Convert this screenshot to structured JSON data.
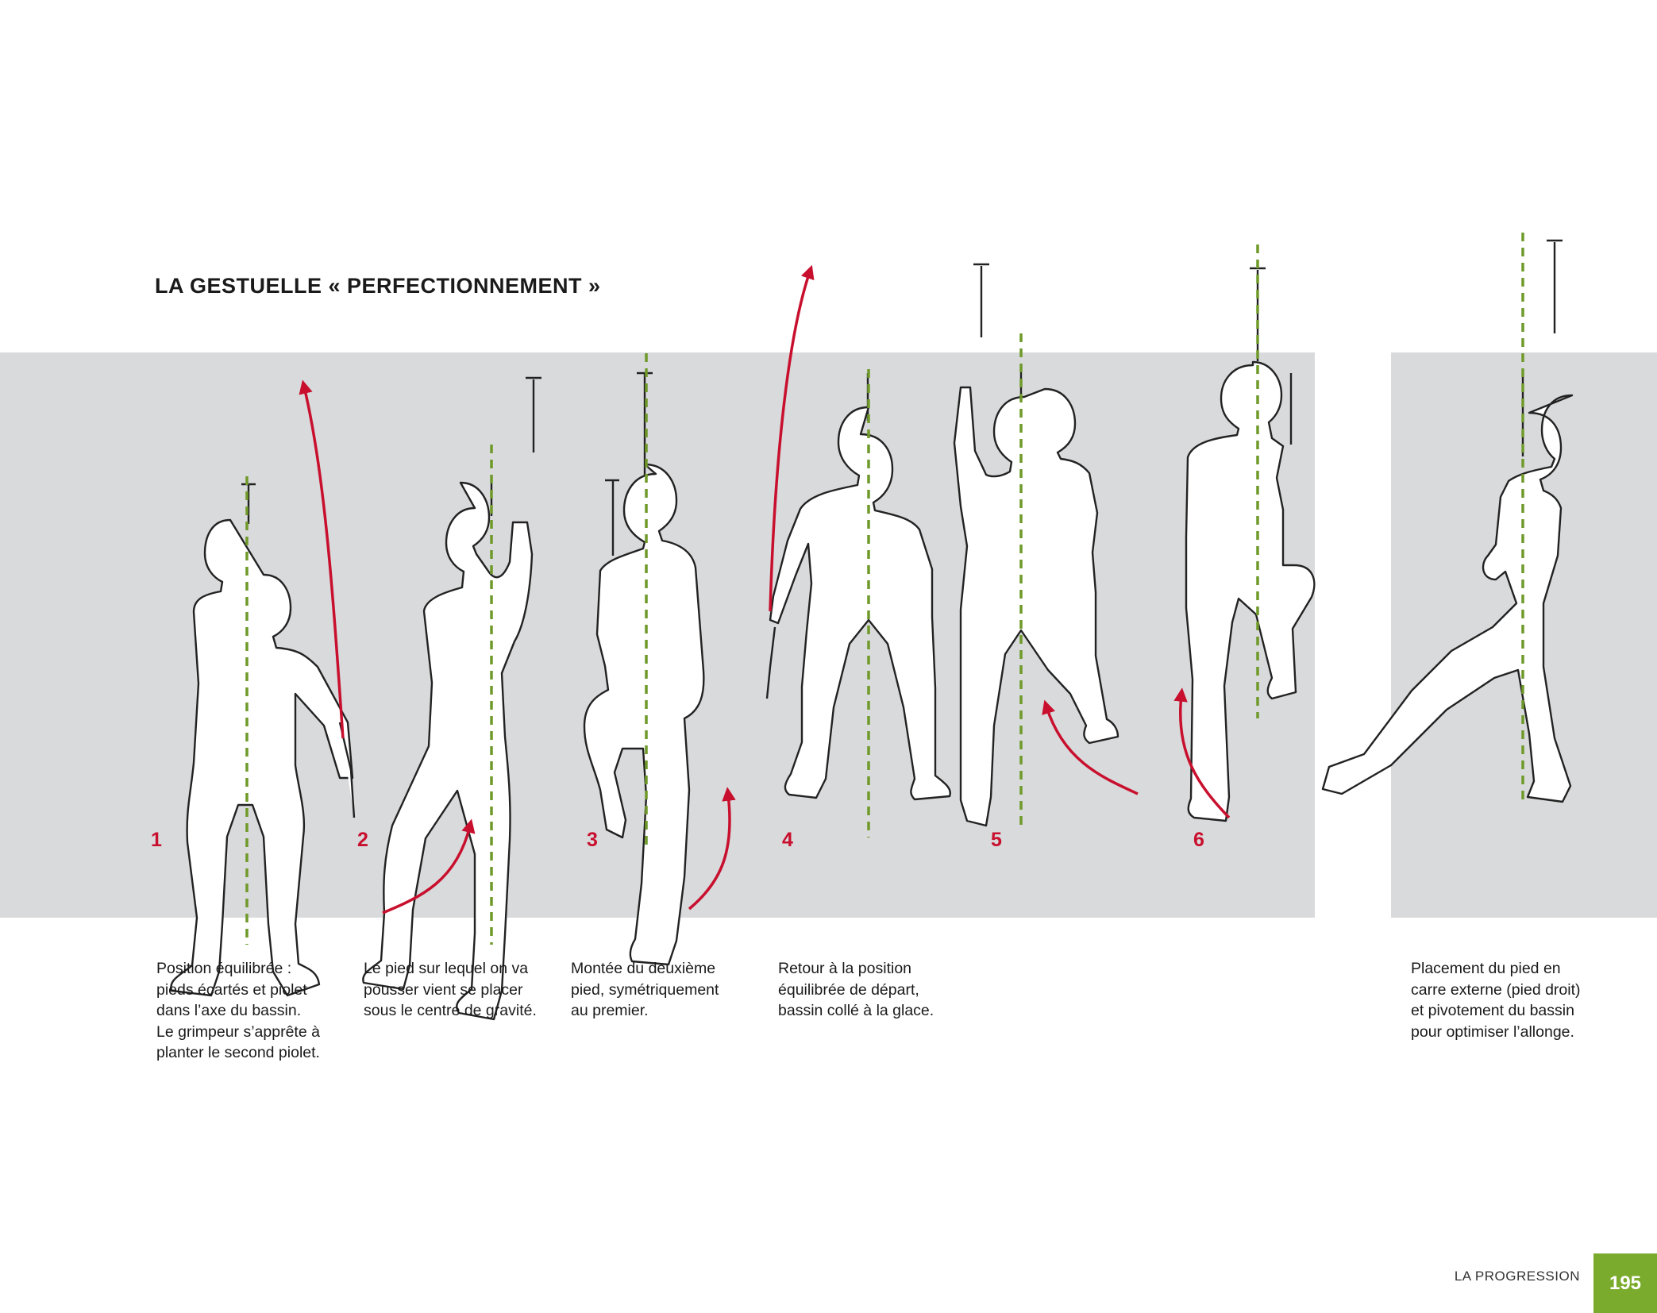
{
  "title": "LA GESTUELLE « PERFECTIONNEMENT »",
  "step_numbers": [
    "1",
    "2",
    "3",
    "4",
    "5",
    "6"
  ],
  "captions": [
    {
      "lines": [
        "Position équilibrée :",
        "pieds écartés et piolet",
        "dans l’axe du bassin.",
        "Le grimpeur s’apprête à",
        "planter le second piolet."
      ]
    },
    {
      "lines": [
        "Le pied sur lequel on va",
        "pousser vient se placer",
        "sous le centre de gravité."
      ]
    },
    {
      "lines": [
        "Montée du deuxième",
        "pied, symétriquement",
        "au premier."
      ]
    },
    {
      "lines": [
        "Retour à la position",
        "équilibrée de départ,",
        "bassin collé à la glace."
      ]
    },
    {
      "lines": [
        "Placement du pied en",
        "carre externe (pied droit)",
        "et pivotement du bassin",
        "pour optimiser l’allonge."
      ]
    }
  ],
  "footer": {
    "section": "LA PROGRESSION",
    "page_number": "195"
  },
  "colors": {
    "accent_red": "#c8102e",
    "axis_green": "#6f9a2a",
    "band_gray": "#d9dadc",
    "page_green": "#7bab2c"
  }
}
